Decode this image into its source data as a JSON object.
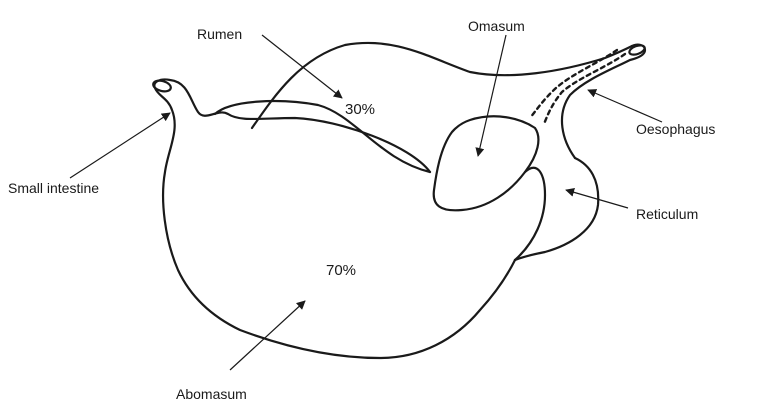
{
  "labels": {
    "rumen": "Rumen",
    "omasum": "Omasum",
    "oesophagus": "Oesophagus",
    "small_intestine": "Small intestine",
    "reticulum": "Reticulum",
    "abomasum": "Abomasum"
  },
  "values": {
    "rumen_percent": "30%",
    "abomasum_percent": "70%"
  }
}
